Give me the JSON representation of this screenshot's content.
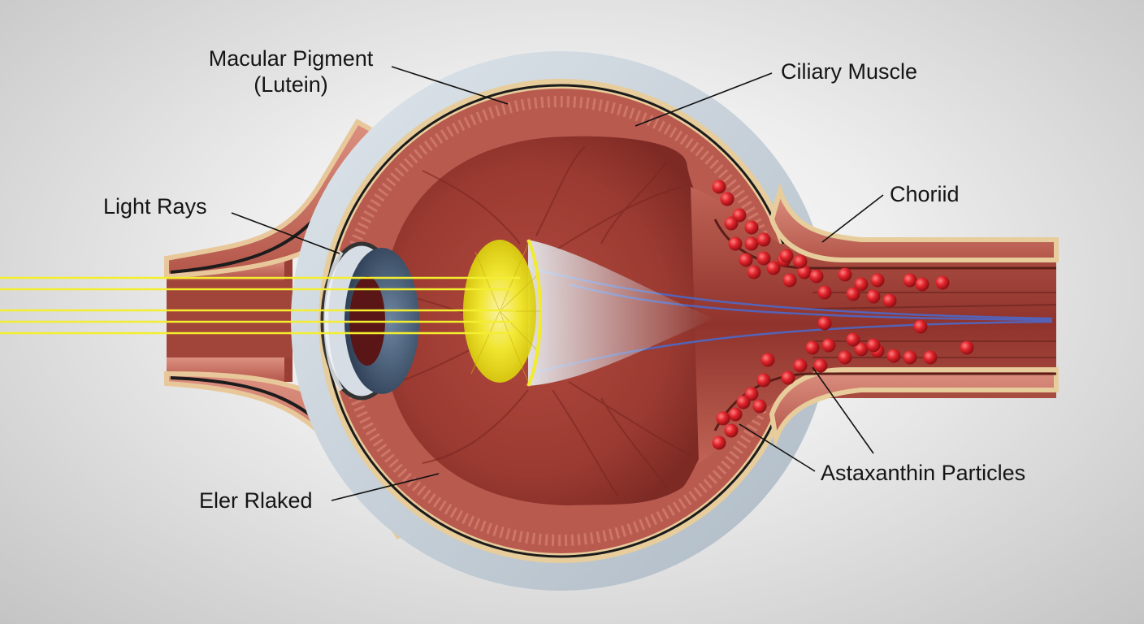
{
  "labels": {
    "macular_line1": "Macular Pigment",
    "macular_line2": "(Lutein)",
    "ciliary": "Ciliary Muscle",
    "light_rays": "Light Rays",
    "choriid": "Choriid",
    "astaxanthin": "Astaxanthin Particles",
    "eler": "Eler Rlaked"
  },
  "colors": {
    "light_ray": "#f4ee30",
    "sclera": "#c9d3db",
    "choroid_band": "#b95a4f",
    "retina_tan": "#e7cc9c",
    "vitreous": "#9e3b33",
    "lens_yellow": "#f2ec2a",
    "iris_blue": "#4d6581",
    "particle_red": "#e0232b",
    "optic_nerve": "#a94a40",
    "nerve_blue": "#4a6bd0"
  },
  "icons": {
    "particles": "red-sphere-icon"
  }
}
